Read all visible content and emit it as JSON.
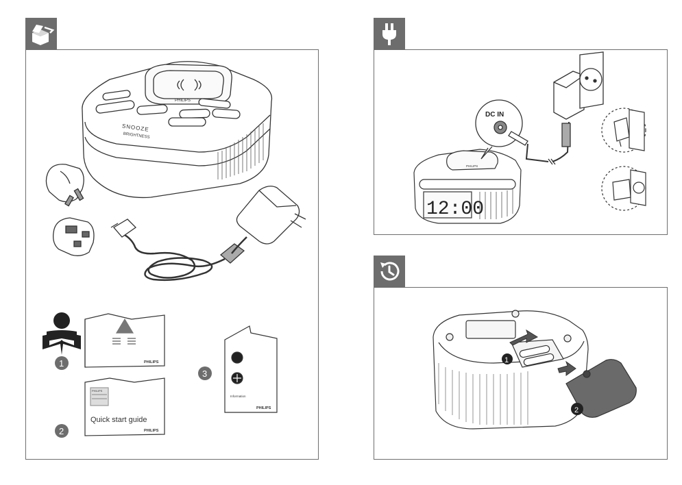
{
  "tabs": {
    "box_icon": "box-open-icon",
    "power_icon": "power-plug-icon",
    "clock_icon": "clock-backup-icon"
  },
  "left_panel": {
    "device": {
      "brand": "PHILIPS",
      "snooze": "SNOOZE",
      "brightness": "BRIGHTNESS"
    },
    "numbers": [
      "1",
      "2",
      "3"
    ],
    "manual_1": {
      "brand": "PHILIPS"
    },
    "manual_2": {
      "cover_brand": "PHILIPS",
      "title": "Quick start guide",
      "brand": "PHILIPS"
    },
    "manual_3": {
      "caption": "Information",
      "brand": "PHILIPS"
    }
  },
  "right_top_panel": {
    "callout": "DC IN",
    "clock_display": "12:00",
    "brand": "PHILIPS"
  },
  "right_bottom_panel": {
    "steps": [
      "1",
      "2"
    ]
  },
  "colors": {
    "tab_gray": "#6d6d6d",
    "line": "#333333",
    "fill_light": "#f2f2f2",
    "fill_dark": "#555555"
  }
}
